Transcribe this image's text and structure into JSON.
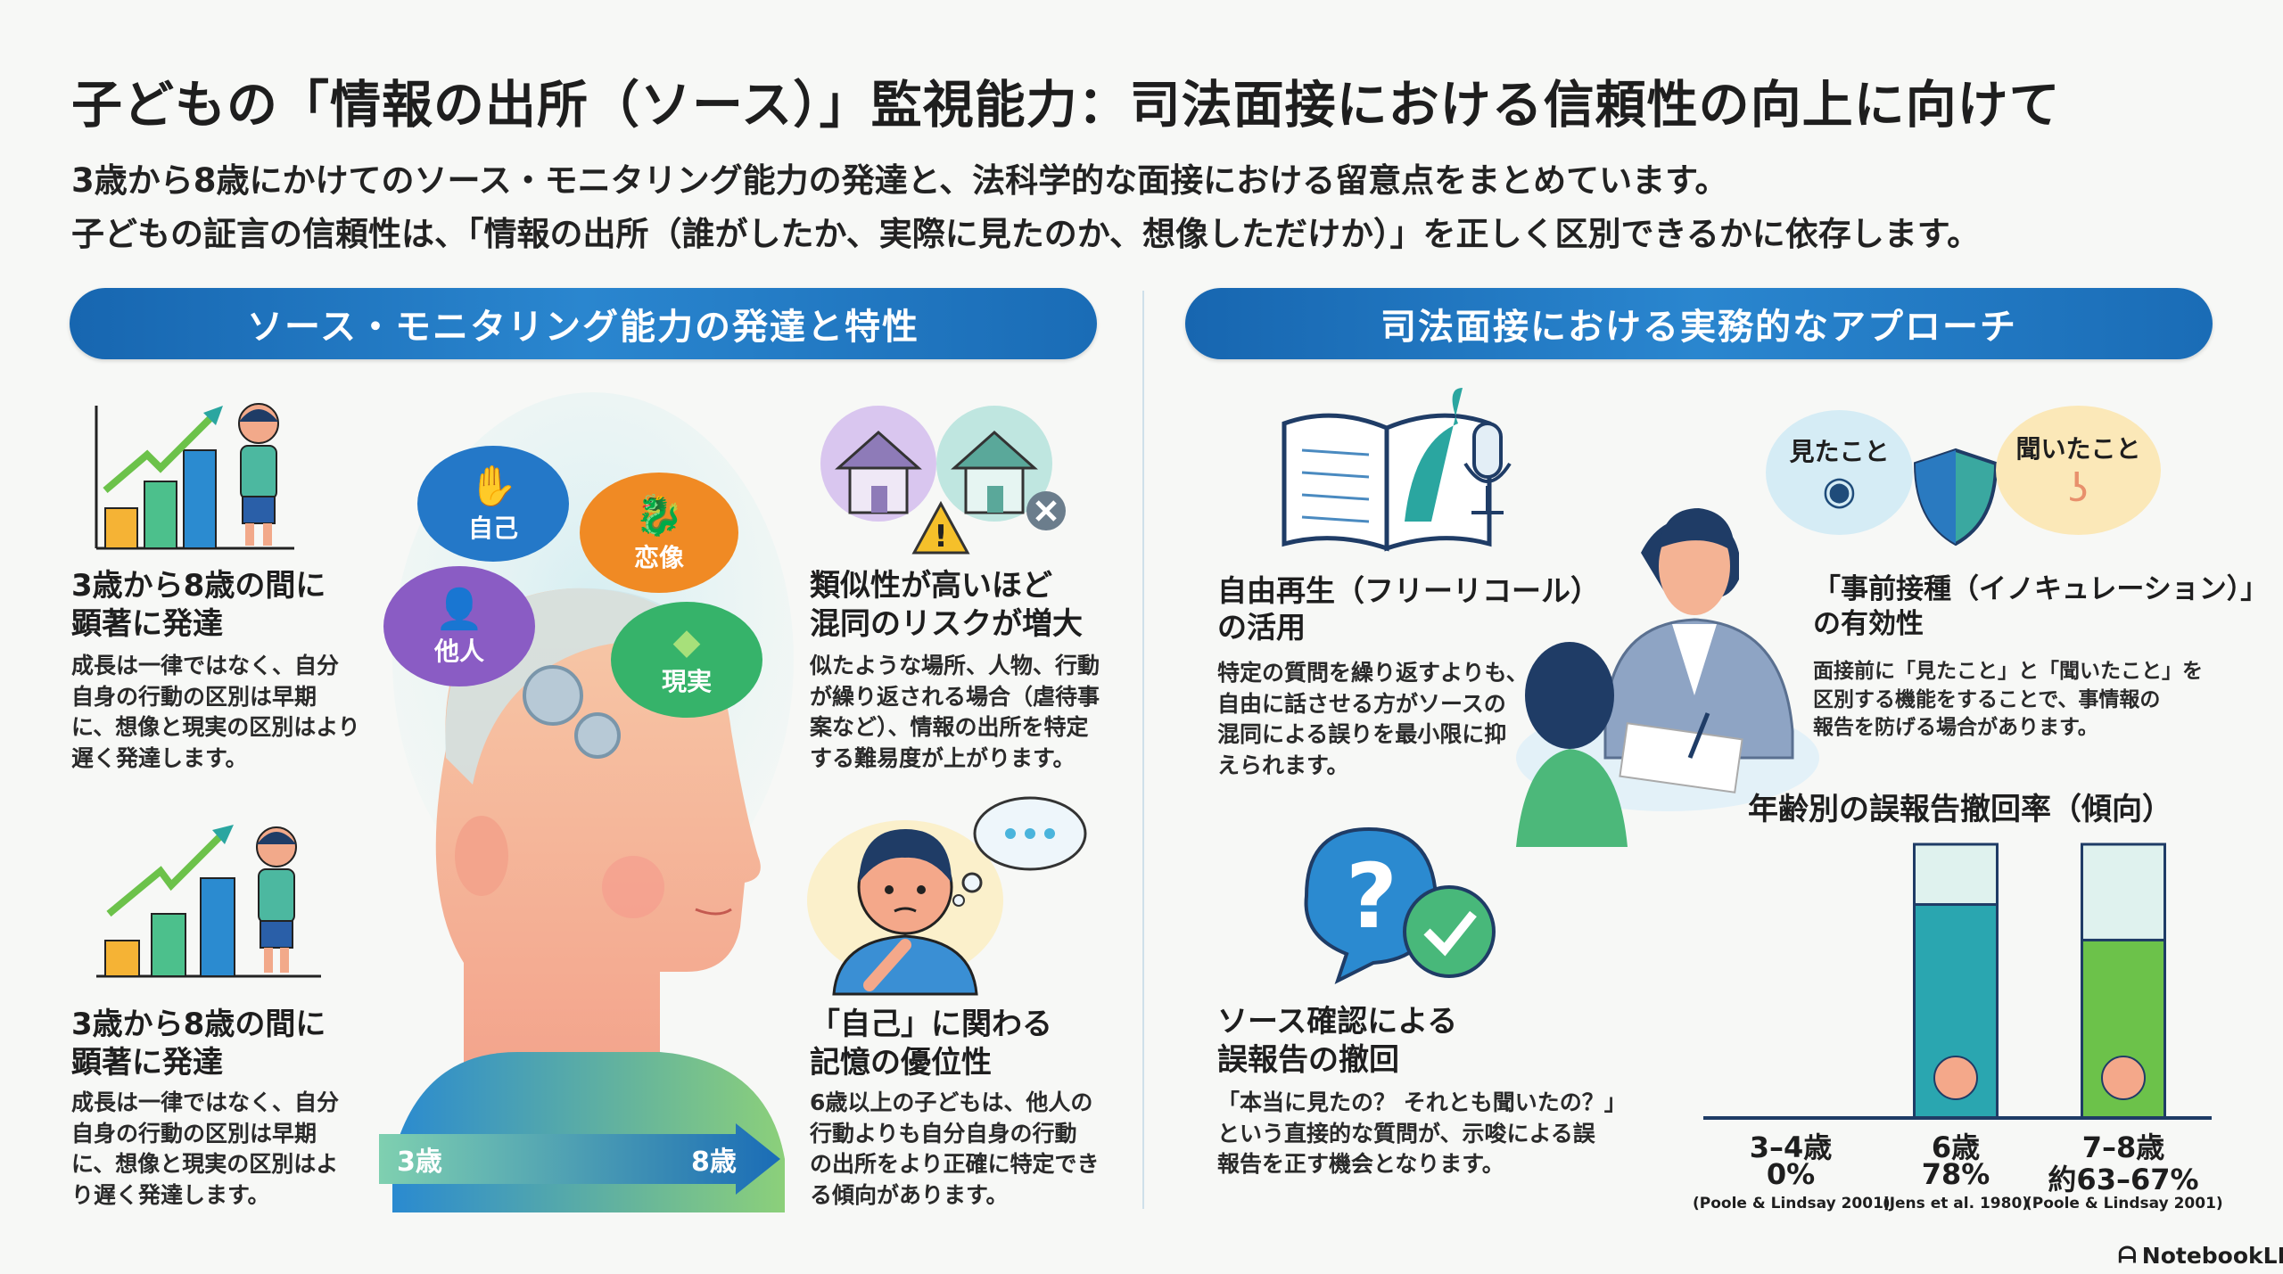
{
  "header": {
    "title": "子どもの「情報の出所（ソース）」監視能力：司法面接における信頼性の向上に向けて",
    "subtitle_lines": [
      "3歳から8歳にかけてのソース・モニタリング能力の発達と、法科学的な面接における留意点をまとめています。",
      "子どもの証言の信頼性は、「情報の出所（誰がしたか、実際に見たのか、想像しただけか）」を正しく区別できるかに依存します。"
    ]
  },
  "left_section": {
    "header": "ソース・モニタリング能力の発達と特性",
    "blocks": [
      {
        "heading": "3歳から8歳の間に\n顕著に発達",
        "body": "成長は一律ではなく、自分\n自身の行動の区別は早期\nに、想像と現実の区別はより\n遅く発達します。"
      },
      {
        "heading": "3歳から8歳の間に\n顕著に発達",
        "body": "成長は一律ではなく、自分\n自身の行動の区別は早期\nに、想像と現実の区別はよ\nり遅く発達します。"
      },
      {
        "heading": "類似性が高いほど\n混同のリスクが増大",
        "body": "似たような場所、人物、行動\nが繰り返される場合（虐待事\n案など）、情報の出所を特定\nする難易度が上がります。"
      },
      {
        "heading": "「自己」に関わる\n記憶の優位性",
        "body": "6歳以上の子どもは、他人の\n行動よりも自分自身の行動\nの出所をより正確に特定でき\nる傾向があります。"
      }
    ],
    "head_bubbles": {
      "self": "自己",
      "imagination": "恋像",
      "others": "他人",
      "reality": "現実"
    },
    "timeline": {
      "start": "3歳",
      "end": "8歳"
    }
  },
  "right_section": {
    "header": "司法面接における実務的なアプローチ",
    "blocks": [
      {
        "heading": "自由再生（フリーリコール）\nの活用",
        "body": "特定の質問を繰り返すよりも、\n自由に話させる方がソースの\n混同による誤りを最小限に抑\nえられます。"
      },
      {
        "heading": "「事前接種（イノキュレーション）」\nの有効性",
        "body": "面接前に「見たこと」と「聞いたこと」を\n区別する機能をすることで、事情報の\n報告を防げる場合があります。"
      },
      {
        "heading": "ソース確認による\n誤報告の撤回",
        "body": "「本当に見たの？ それとも聞いたの？」\nという直接的な質問が、示唆による誤\n報告を正す機会となります。"
      }
    ],
    "bubbles": {
      "seen": "見たこと",
      "heard": "聞いたこと"
    }
  },
  "chart_data": {
    "type": "bar",
    "title": "年齢別の誤報告撤回率（傾向）",
    "categories": [
      "3–4歳",
      "6歳",
      "7–8歳"
    ],
    "values": [
      0,
      78,
      65
    ],
    "value_labels": [
      "0%",
      "78%",
      "約63–67%"
    ],
    "sources": [
      "(Poole & Lindsay 2001)",
      "(Jens et al. 1980)",
      "(Poole & Lindsay 2001)"
    ],
    "ylim": [
      0,
      100
    ],
    "xlabel": "",
    "ylabel": ""
  },
  "footer": {
    "brand": "NotebookLM"
  },
  "colors": {
    "accent": "#1a6cb6",
    "green": "#5cb85c",
    "teal": "#2aa6a0"
  }
}
